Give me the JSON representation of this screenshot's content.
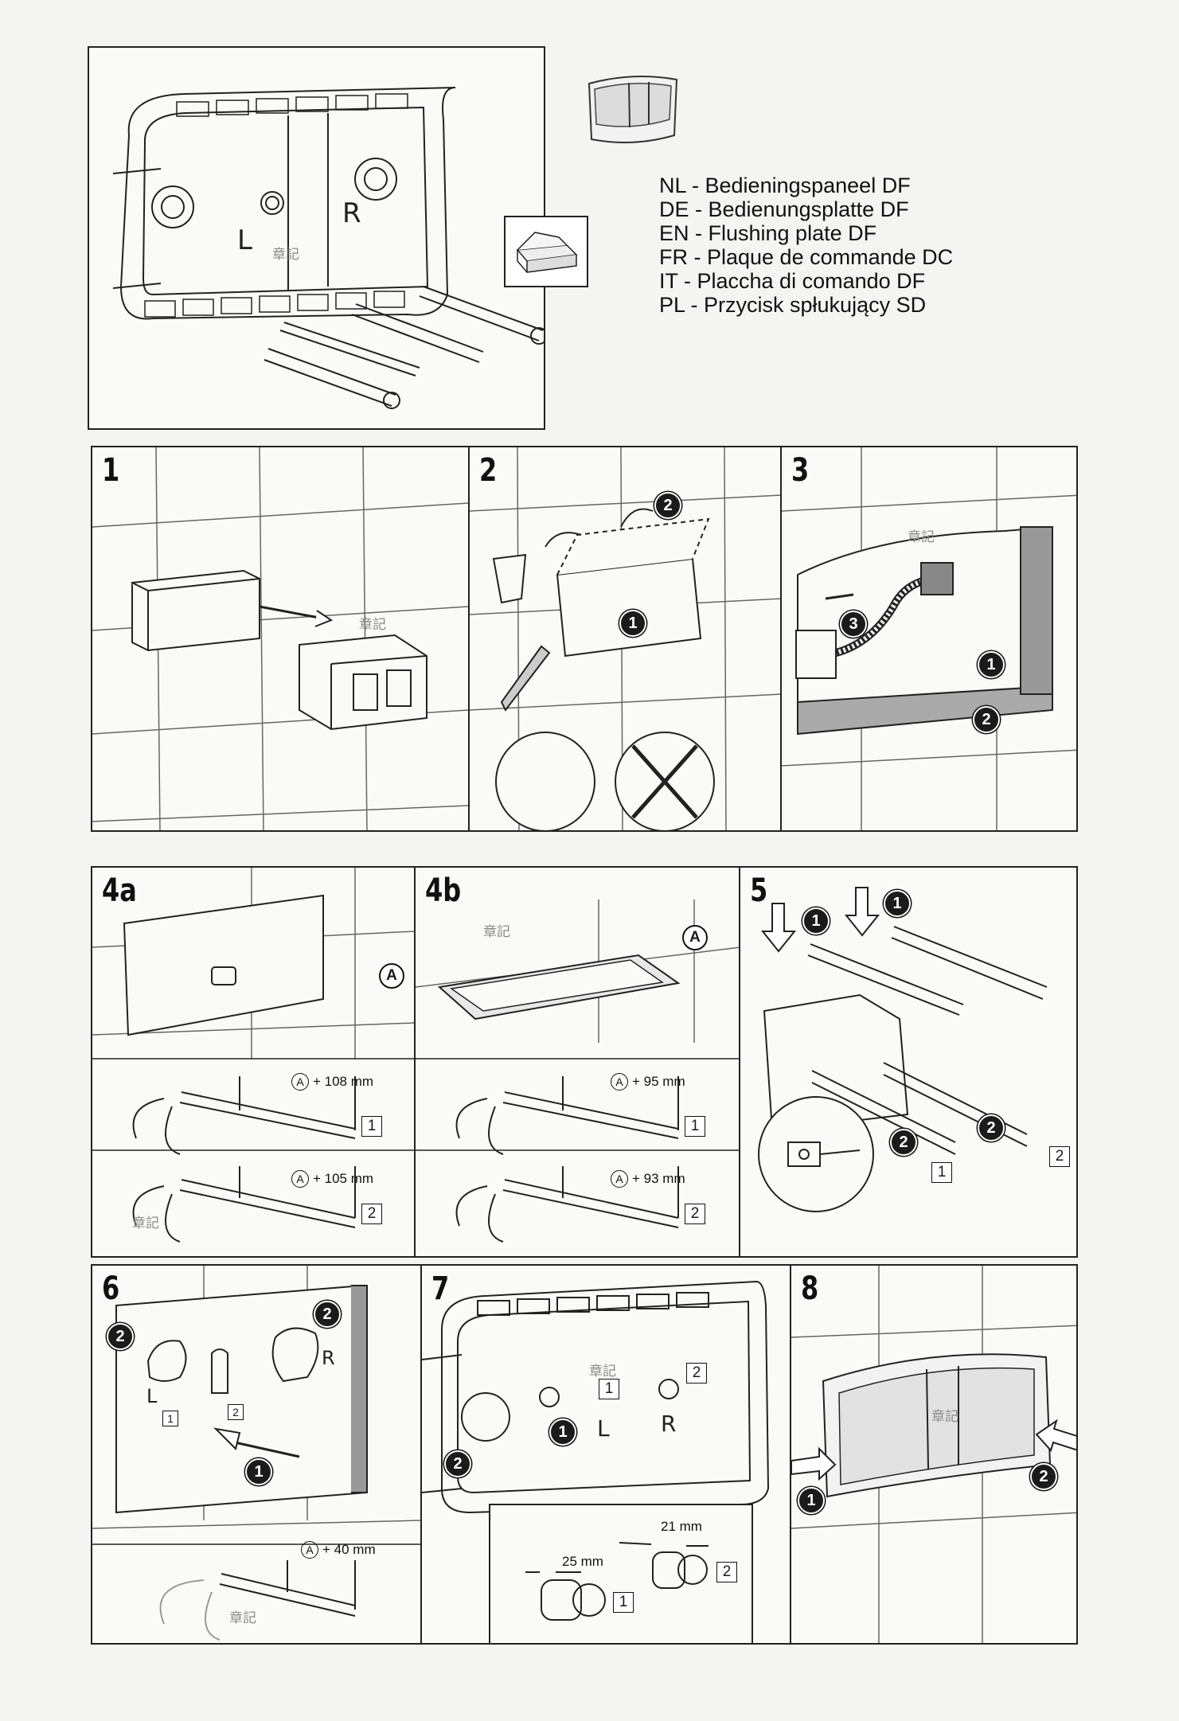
{
  "product": {
    "labels": [
      "NL - Bedieningspaneel DF",
      "DE - Bedienungsplatte DF",
      "EN - Flushing plate DF",
      "FR - Plaque de commande DC",
      "IT - Placcha di comando DF",
      "PL - Przycisk spłukujący SD"
    ],
    "plate_left": "L",
    "plate_right": "R"
  },
  "watermark": "章記",
  "steps": {
    "s1": "1",
    "s2": "2",
    "s3": "3",
    "s4a": "4a",
    "s4b": "4b",
    "s5": "5",
    "s6": "6",
    "s7": "7",
    "s8": "8"
  },
  "measures": {
    "a_label": "A",
    "m4a_1": "+ 108 mm",
    "m4a_2": "+ 105 mm",
    "m4b_1": "+ 95 mm",
    "m4b_2": "+ 93 mm",
    "m6": "+ 40 mm",
    "m7_1": "25 mm",
    "m7_2": "21 mm"
  },
  "markers": {
    "one": "1",
    "two": "2",
    "three": "3"
  },
  "colors": {
    "line": "#222222",
    "paper": "#fafaf8",
    "tile": "#555555"
  }
}
